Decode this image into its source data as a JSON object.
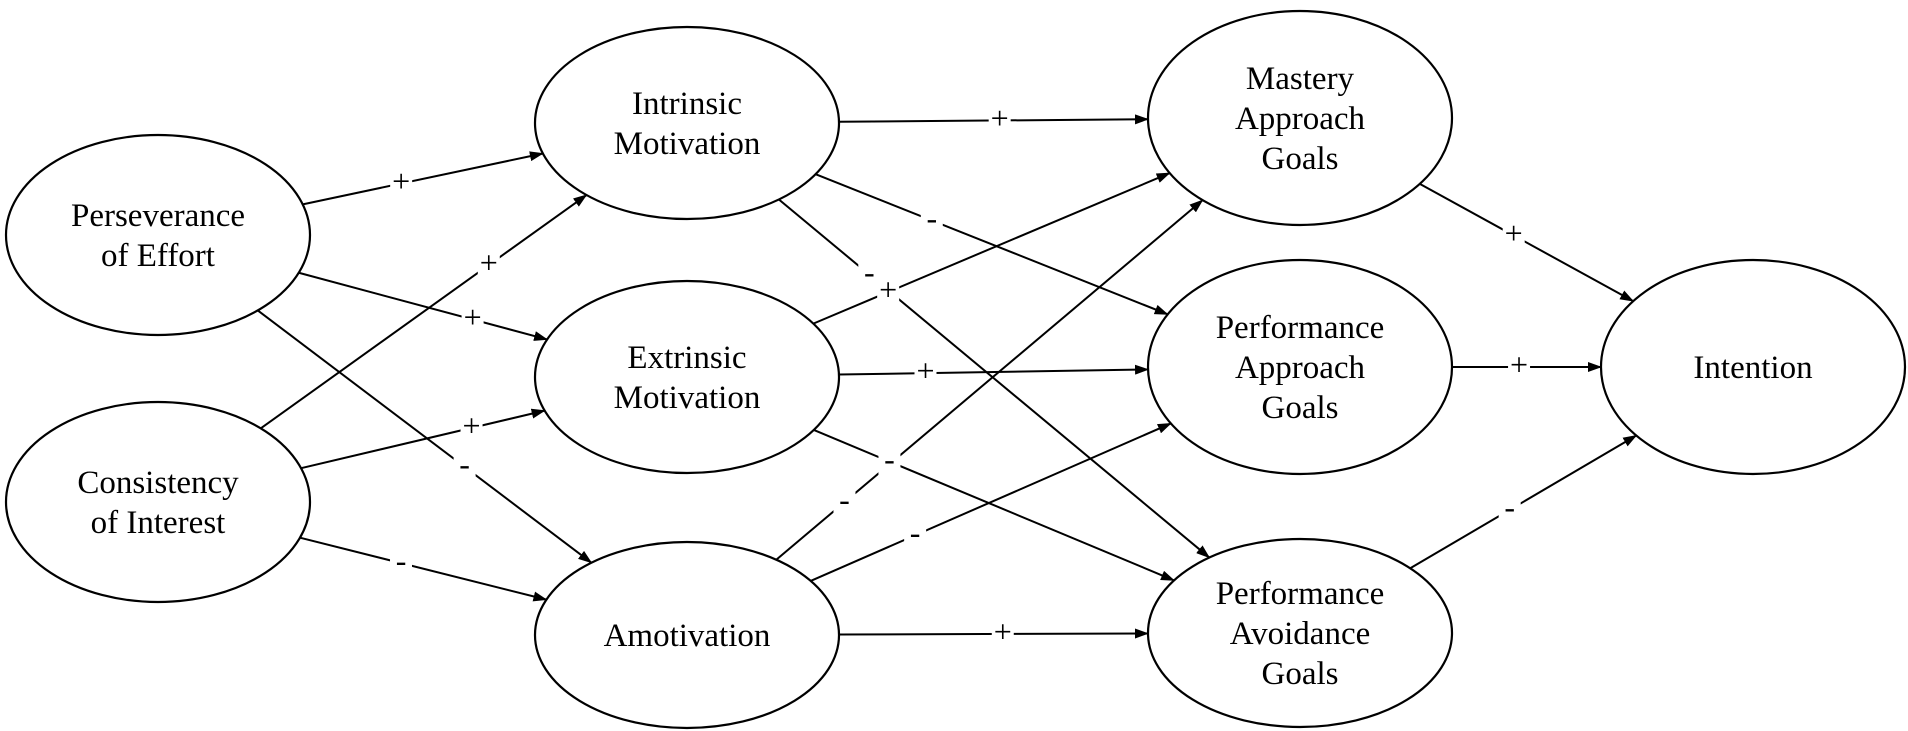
{
  "nodes": [
    {
      "id": "perseverance",
      "lines": [
        "Perseverance",
        "of Effort"
      ]
    },
    {
      "id": "consistency",
      "lines": [
        "Consistency",
        "of Interest"
      ]
    },
    {
      "id": "intrinsic",
      "lines": [
        "Intrinsic",
        "Motivation"
      ]
    },
    {
      "id": "extrinsic",
      "lines": [
        "Extrinsic",
        "Motivation"
      ]
    },
    {
      "id": "amotivation",
      "lines": [
        "Amotivation"
      ]
    },
    {
      "id": "mastery-approach",
      "lines": [
        "Mastery",
        "Approach",
        "Goals"
      ]
    },
    {
      "id": "performance-approach",
      "lines": [
        "Performance",
        "Approach",
        "Goals"
      ]
    },
    {
      "id": "performance-avoidance",
      "lines": [
        "Performance",
        "Avoidance",
        "Goals"
      ]
    },
    {
      "id": "intention",
      "lines": [
        "Intention"
      ]
    }
  ],
  "edges": [
    {
      "from": "perseverance",
      "to": "intrinsic",
      "sign": "+"
    },
    {
      "from": "perseverance",
      "to": "extrinsic",
      "sign": "+"
    },
    {
      "from": "perseverance",
      "to": "amotivation",
      "sign": "-"
    },
    {
      "from": "consistency",
      "to": "intrinsic",
      "sign": "+"
    },
    {
      "from": "consistency",
      "to": "extrinsic",
      "sign": "+"
    },
    {
      "from": "consistency",
      "to": "amotivation",
      "sign": "-"
    },
    {
      "from": "intrinsic",
      "to": "mastery-approach",
      "sign": "+"
    },
    {
      "from": "intrinsic",
      "to": "performance-approach",
      "sign": "-"
    },
    {
      "from": "intrinsic",
      "to": "performance-avoidance",
      "sign": "-"
    },
    {
      "from": "extrinsic",
      "to": "mastery-approach",
      "sign": "+"
    },
    {
      "from": "extrinsic",
      "to": "performance-approach",
      "sign": "+"
    },
    {
      "from": "extrinsic",
      "to": "performance-avoidance",
      "sign": "-"
    },
    {
      "from": "amotivation",
      "to": "mastery-approach",
      "sign": "-"
    },
    {
      "from": "amotivation",
      "to": "performance-approach",
      "sign": "-"
    },
    {
      "from": "amotivation",
      "to": "performance-avoidance",
      "sign": "+"
    },
    {
      "from": "mastery-approach",
      "to": "intention",
      "sign": "+"
    },
    {
      "from": "performance-approach",
      "to": "intention",
      "sign": "+"
    },
    {
      "from": "performance-avoidance",
      "to": "intention",
      "sign": "-"
    }
  ]
}
